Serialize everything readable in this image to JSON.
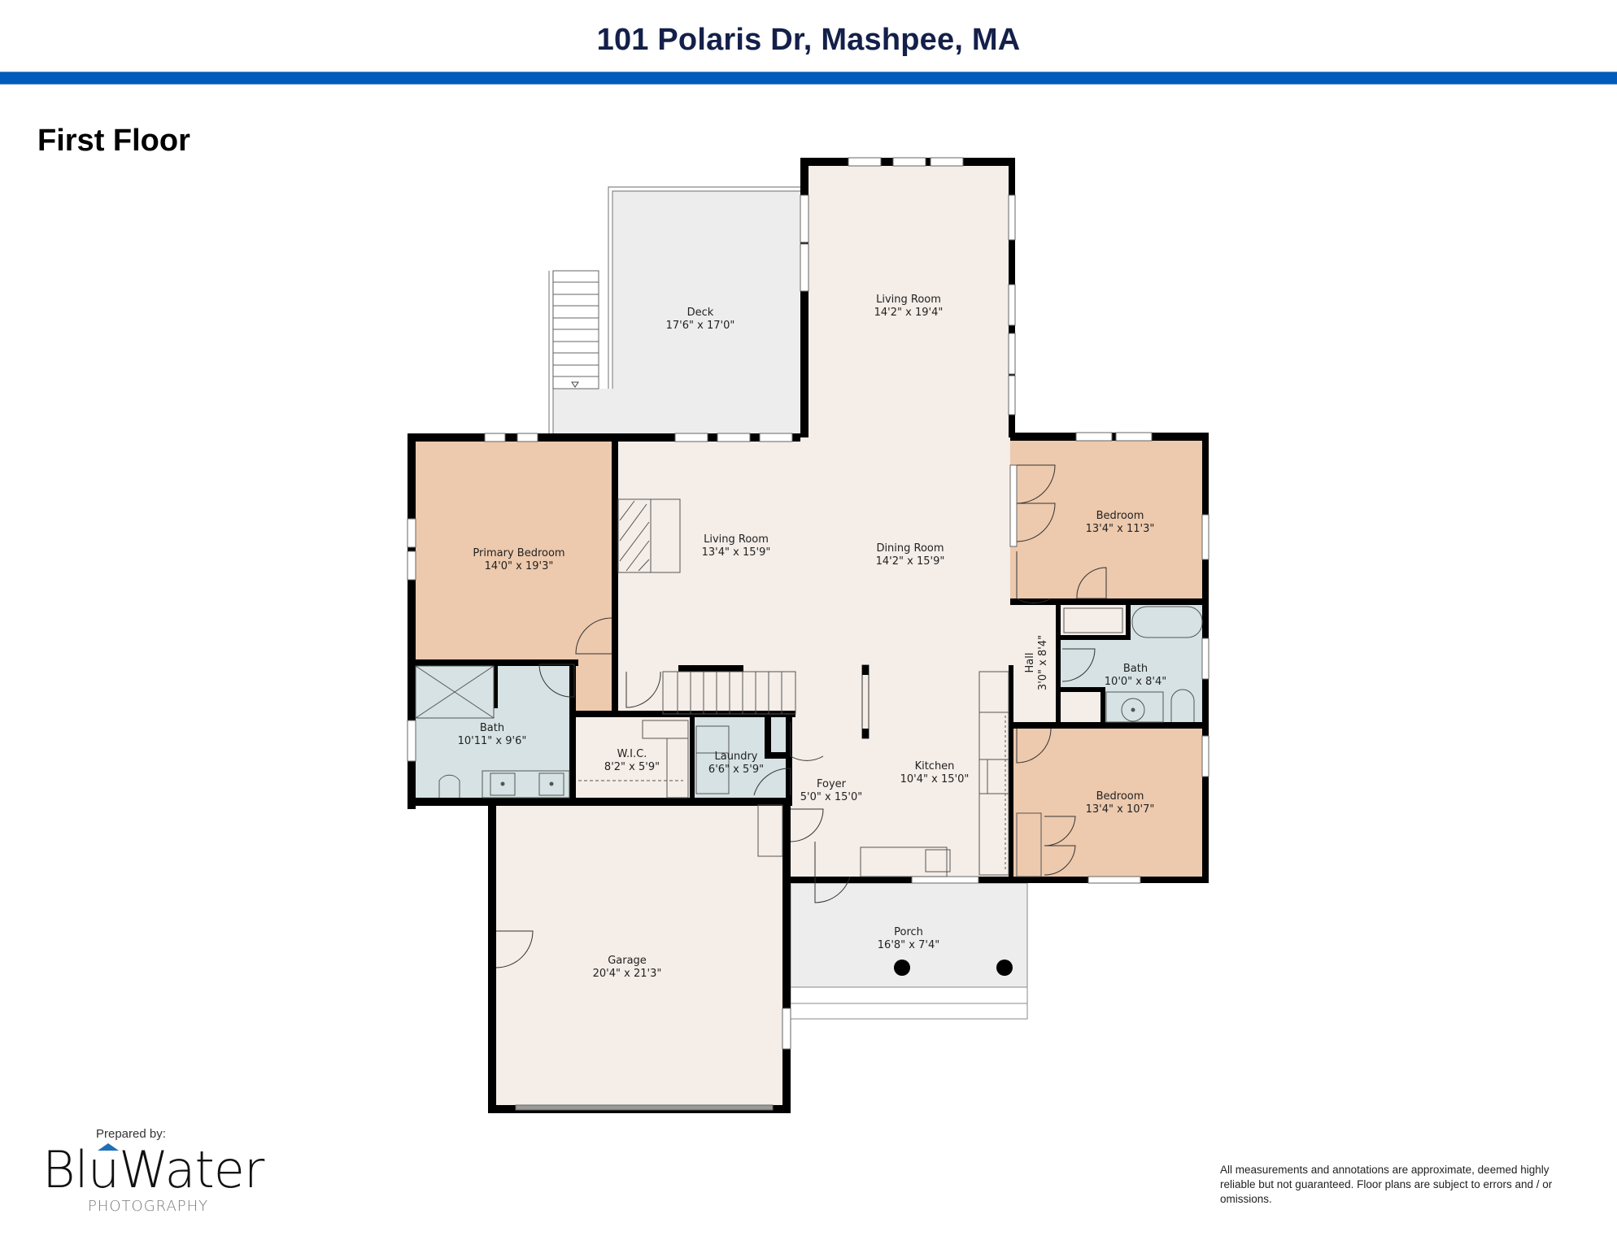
{
  "header": {
    "title": "101 Polaris Dr, Mashpee, MA",
    "band_color": "#005BBB",
    "title_color": "#14204A"
  },
  "floor": {
    "label": "First Floor"
  },
  "colors": {
    "wall": "#000000",
    "living_fill": "#F4EDE8",
    "bedroom_fill": "#EDC9AD",
    "bath_fill": "#D6E2E3",
    "outdoor_fill": "#EDEDED"
  },
  "rooms": [
    {
      "name": "Deck",
      "dims": "17'6\" x 17'0\""
    },
    {
      "name": "Living Room",
      "dims": "14'2\" x 19'4\""
    },
    {
      "name": "Primary Bedroom",
      "dims": "14'0\" x 19'3\""
    },
    {
      "name": "Living Room",
      "dims": "13'4\" x 15'9\""
    },
    {
      "name": "Dining Room",
      "dims": "14'2\" x 15'9\""
    },
    {
      "name": "Bedroom",
      "dims": "13'4\" x 11'3\""
    },
    {
      "name": "Hall",
      "dims": "3'0\" x 8'4\""
    },
    {
      "name": "Bath",
      "dims": "10'0\" x 8'4\""
    },
    {
      "name": "Bath",
      "dims": "10'11\" x 9'6\""
    },
    {
      "name": "W.I.C.",
      "dims": "8'2\" x 5'9\""
    },
    {
      "name": "Laundry",
      "dims": "6'6\" x 5'9\""
    },
    {
      "name": "Kitchen",
      "dims": "10'4\" x 15'0\""
    },
    {
      "name": "Foyer",
      "dims": "5'0\" x 15'0\""
    },
    {
      "name": "Bedroom",
      "dims": "13'4\" x 10'7\""
    },
    {
      "name": "Garage",
      "dims": "20'4\" x 21'3\""
    },
    {
      "name": "Porch",
      "dims": "16'8\" x 7'4\""
    }
  ],
  "footer": {
    "prepared_by": "Prepared by:",
    "logo_text": "BluWater",
    "logo_sub": "PHOTOGRAPHY",
    "disclaimer": "All measurements and annotations are approximate, deemed highly reliable but not guaranteed. Floor plans are subject to errors and / or omissions."
  }
}
